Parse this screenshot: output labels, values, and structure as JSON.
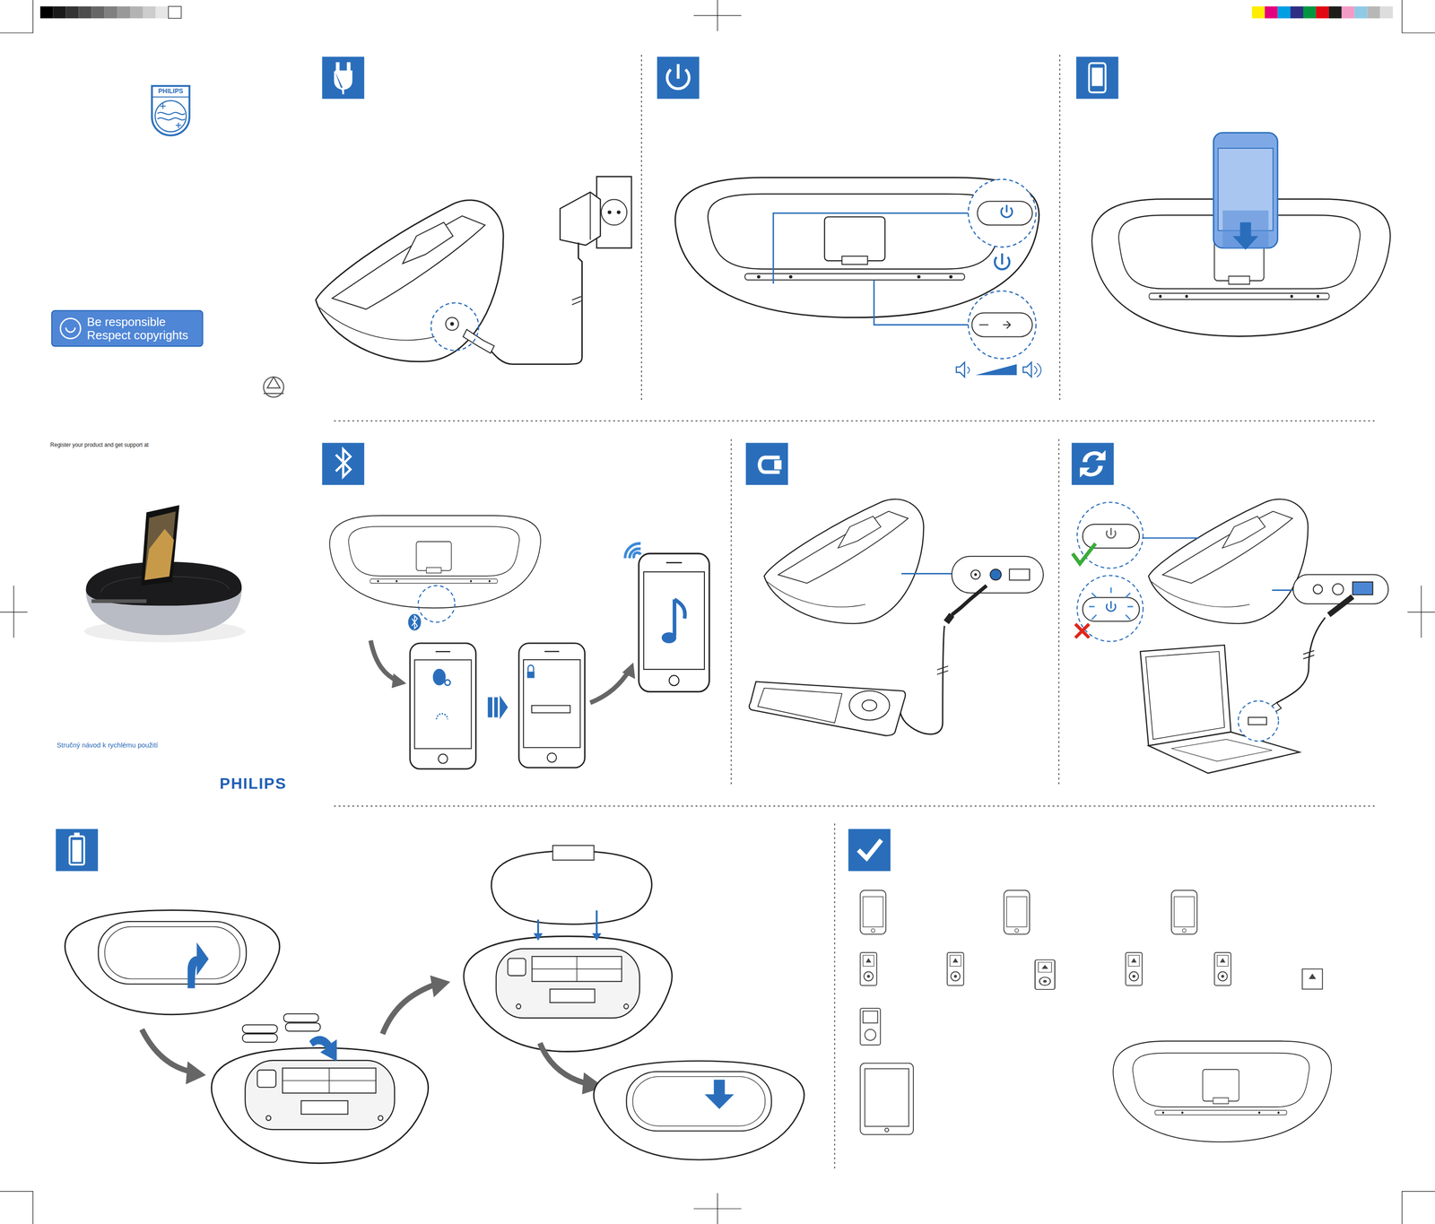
{
  "diagram": {
    "nodes": [
      {
        "text": [
          "Be responsible Respect copyrights"
        ]
      }
    ],
    "labels": [
      "PHILIPS",
      "Register your product and get support at",
      "Stručný návod k rychlému použití",
      "PHILIPS"
    ]
  }
}
